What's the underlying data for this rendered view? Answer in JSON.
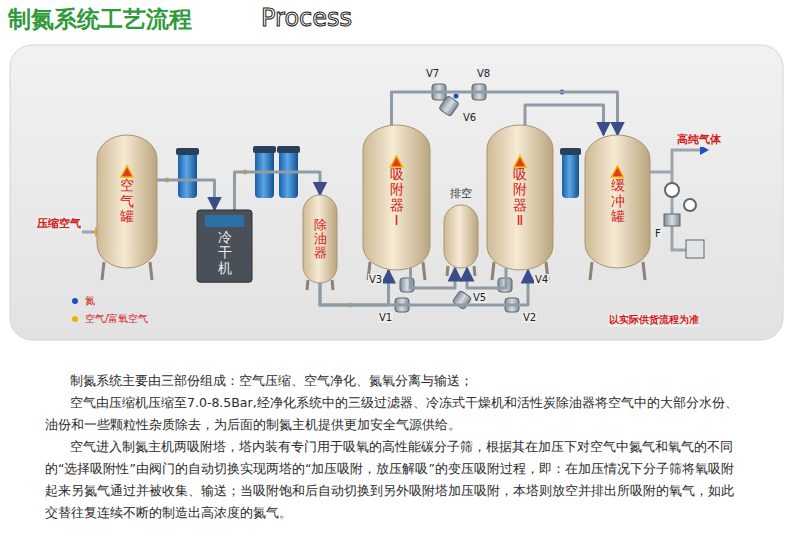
{
  "diagram": {
    "title": "制氮系统工艺流程",
    "nodes": [
      {
        "text": [
          "空气罐"
        ]
      },
      {
        "text": [
          "冷干机"
        ]
      },
      {
        "text": [
          "除油器"
        ]
      },
      {
        "text": [
          "吸附器Ⅰ"
        ]
      },
      {
        "text": [
          "排空"
        ]
      },
      {
        "text": [
          "吸附器Ⅱ"
        ]
      },
      {
        "text": [
          "缓冲罐"
        ]
      }
    ],
    "edges": [
      {
        "from": 0,
        "to": 1,
        "arrow": "to"
      },
      {
        "from": 1,
        "to": 2,
        "arrow": "to"
      },
      {
        "from": 2,
        "to": 3,
        "arrow": "to"
      },
      {
        "from": 2,
        "to": 5,
        "arrow": "to"
      },
      {
        "from": 3,
        "to": 6,
        "arrow": "to"
      },
      {
        "from": 5,
        "to": 6,
        "arrow": "to"
      },
      {
        "from": 3,
        "to": 4,
        "arrow": "to"
      },
      {
        "from": 5,
        "to": 4,
        "arrow": "to"
      }
    ],
    "labels": [
      "Process",
      "压缩空气",
      "V7",
      "V8",
      "V6",
      "V3",
      "V4",
      "V5",
      "V1",
      "V2",
      "高纯气体",
      "F",
      "以实际供货流程为准",
      "制氮系统主要由三部份组成：空气压缩、空气净化、氮氧分离与输送；",
      "空气由压缩机压缩至7.0-8.5Bar,经净化系统中的三级过滤器、冷冻式干燥机和活性炭除油器将空气中的大部分水份、油份和一些颗粒性杂质除去，为后面的制氮主机提供更加安全气源供给。",
      "空气进入制氮主机两吸附塔，塔内装有专门用于吸氧的高性能碳分子筛，根据其在加压下对空气中氮气和氧气的不同的“选择吸附性”由阀门的自动切换实现两塔的“加压吸附，放压解吸”的变压吸附过程，即：在加压情况下分子筛将氧吸附起来另氮气通过并被收集、输送；当吸附饱和后自动切换到另外吸附塔加压吸附，本塔则放空并排出所吸附的氧气，如此交替往复连续不断的制造出高浓度的氮气。"
    ],
    "legend": [
      {
        "text": "氮",
        "color": "#1f4fbf"
      },
      {
        "text": "空气/富氧空气",
        "color": "#f0b400"
      }
    ]
  }
}
